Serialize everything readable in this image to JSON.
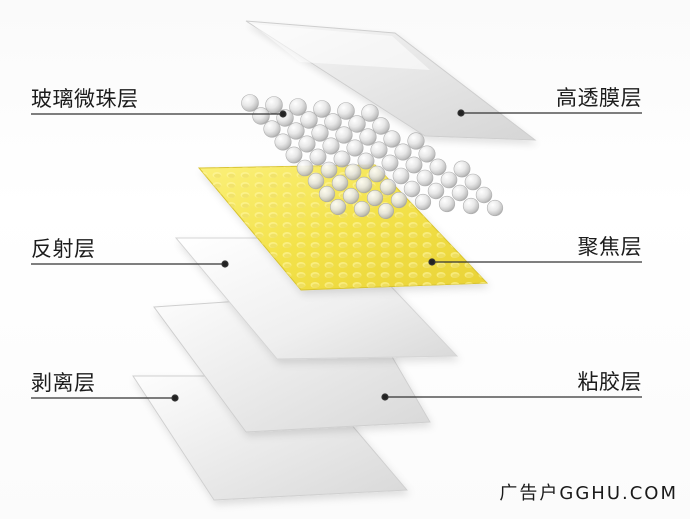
{
  "labels": {
    "glass_bead_layer": "玻璃微珠层",
    "high_transparency_film": "高透膜层",
    "reflective_layer": "反射层",
    "focusing_layer": "聚焦层",
    "release_layer": "剥离层",
    "adhesive_layer": "粘胶层"
  },
  "watermark": "广告户GGHU.COM",
  "colors": {
    "text": "#1c1c1c",
    "leader_line": "#333333",
    "focus_yellow": "#f5e64a",
    "film": "#eeeeee"
  }
}
